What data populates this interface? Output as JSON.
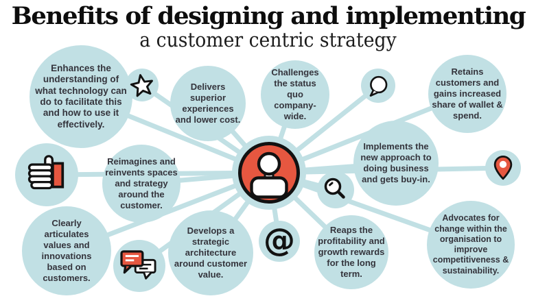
{
  "header": {
    "title": "Benefits of designing and implementing",
    "subtitle": "a customer centric strategy"
  },
  "colors": {
    "bubble_teal": "#c1e0e4",
    "accent_red": "#e65740",
    "outline_ink": "#121212",
    "text_dark": "#34343c"
  },
  "center": {
    "icon": "person-icon"
  },
  "bubbles": {
    "enhances": "Enhances the understanding of what technology can do to facilitate this and how to use it effectively.",
    "delivers": "Delivers superior experiences and lower cost.",
    "challenges": "Challenges the status quo company-wide.",
    "retains": "Retains customers and gains increased share of wallet & spend.",
    "implements": "Implements the new approach to doing business and gets buy-in.",
    "advocates": "Advocates for change within the organisation to improve competitiveness & sustainability.",
    "reaps": "Reaps the profitability and growth rewards for the long term.",
    "develops": "Develops a strategic architecture around customer value.",
    "clearly": "Clearly articulates values and innovations based on customers.",
    "reimagines": "Reimagines and reinvents spaces and strategy around the customer."
  },
  "icons": {
    "at_symbol": "@",
    "names": [
      "star-icon",
      "speech-bubble-icon",
      "location-pin-icon",
      "magnifier-icon",
      "at-symbol-icon",
      "chat-messages-icon",
      "thumbs-up-icon",
      "person-icon"
    ]
  }
}
